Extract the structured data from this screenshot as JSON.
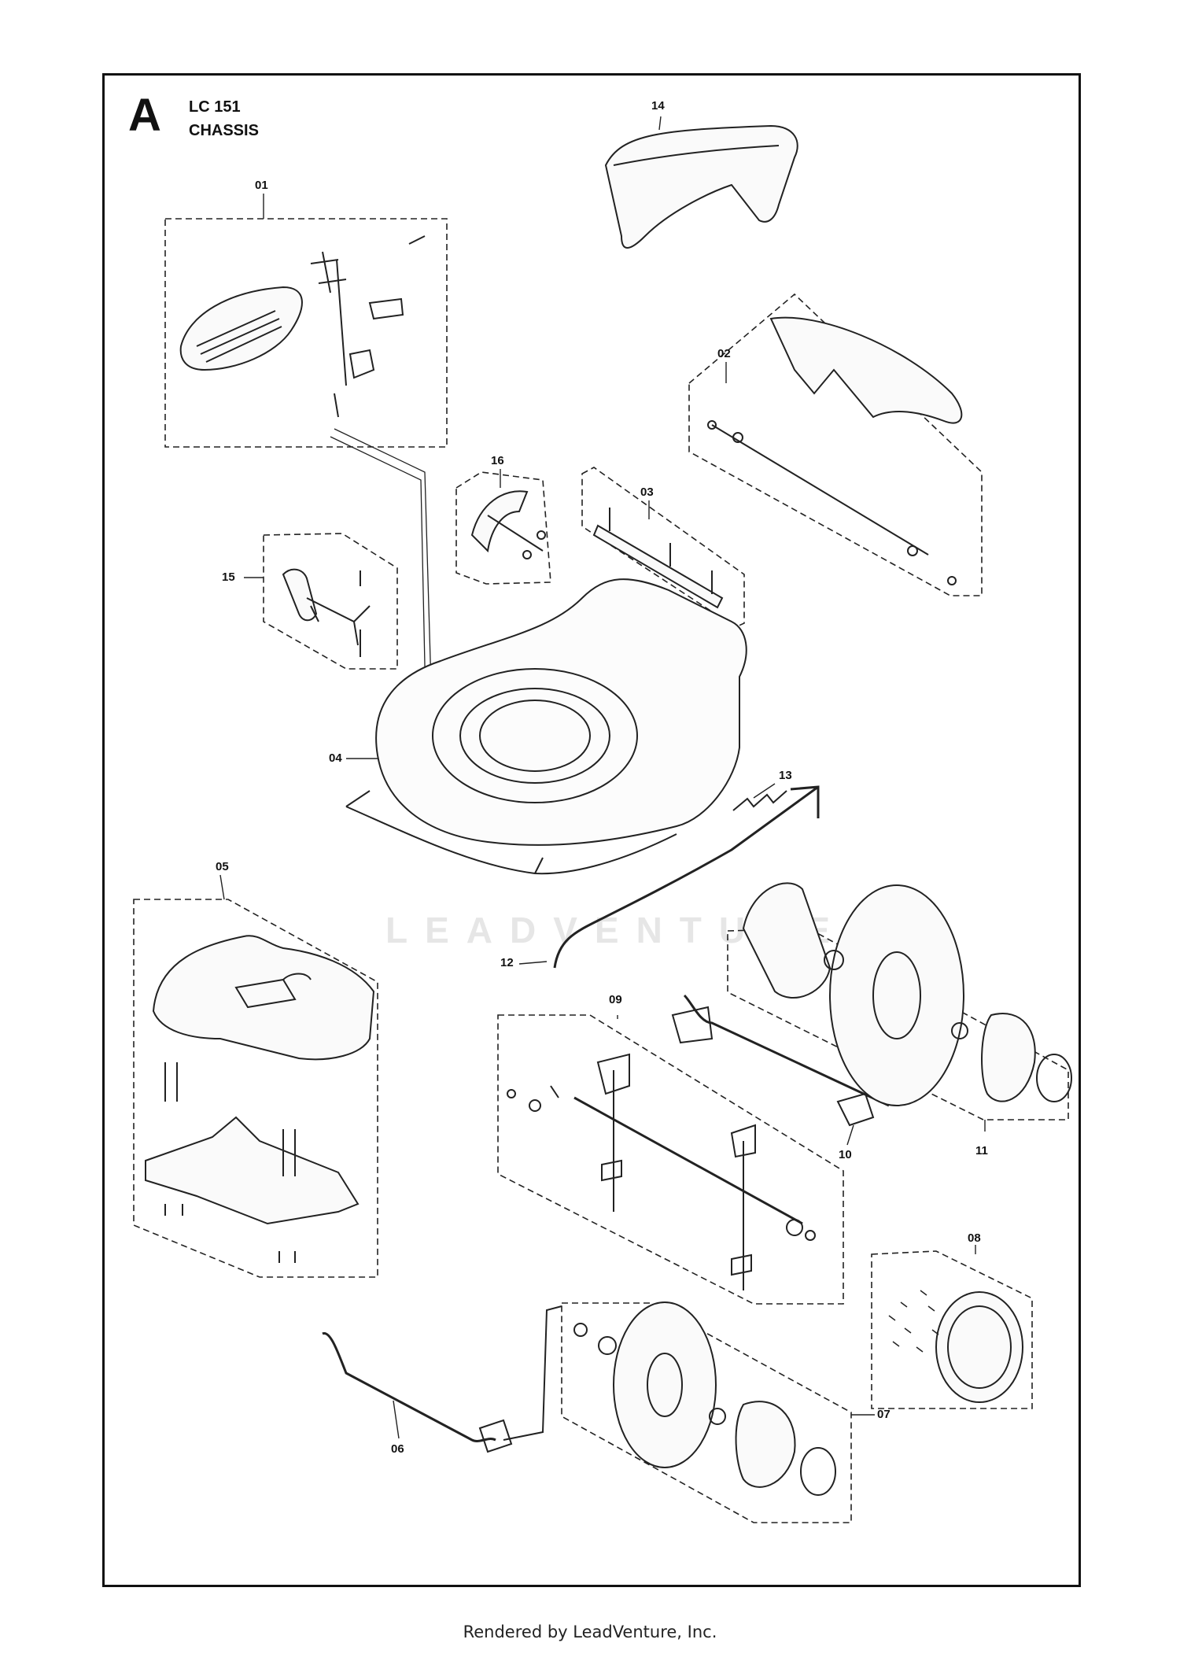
{
  "sheet": {
    "letter": "A",
    "model": "LC 151",
    "section": "CHASSIS"
  },
  "callouts": [
    "01",
    "02",
    "03",
    "04",
    "05",
    "06",
    "07",
    "08",
    "09",
    "10",
    "11",
    "12",
    "13",
    "14",
    "15",
    "16"
  ],
  "watermark": "LEADVENTURE",
  "footer": "Rendered by LeadVenture, Inc."
}
